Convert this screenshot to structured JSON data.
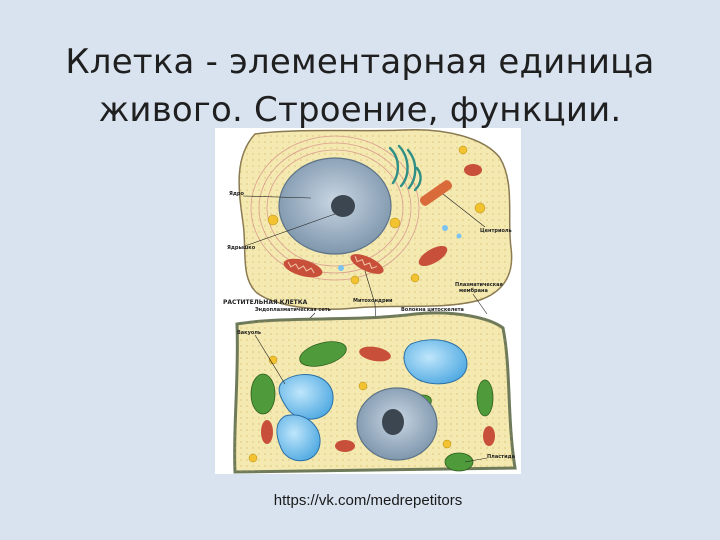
{
  "slide": {
    "title_line1": "Клетка - элементарная единица",
    "title_line2": "живого. Строение, функции.",
    "source_link": "https://vk.com/medrepetitors"
  },
  "diagram": {
    "labels": {
      "core": "Ядро",
      "nucleolus": "Ядрышко",
      "centriole": "Центриоль",
      "plant_cell": "РАСТИТЕЛЬНАЯ КЛЕТКА",
      "mitochondria": "Митохондрии",
      "plasma_membrane_1": "Плазматическая",
      "plasma_membrane_2": "мембрана",
      "er": "Эндоплазматическая сеть",
      "cytoskeleton": "Волокна цитоскелета",
      "vacuole": "Вакуоль",
      "plastid": "Пластида"
    },
    "colors": {
      "background": "#d9e3f0",
      "cytoplasm": "#f4e9b0",
      "nucleus": "#9fb3c7",
      "nucleolus": "#3c4650",
      "mitochondria": "#c8503a",
      "chloroplast": "#4f9a3a",
      "vacuole": "#7cc3f0",
      "golgi": "#2f8f86",
      "granules": "#f2c230"
    }
  }
}
